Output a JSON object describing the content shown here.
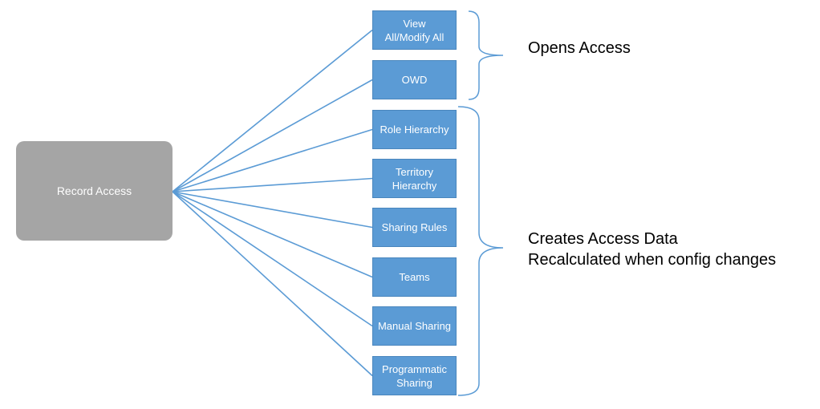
{
  "root": {
    "label": "Record Access"
  },
  "nodes": [
    {
      "id": "view-all-modify-all",
      "lines": [
        "View",
        "All/Modify All"
      ]
    },
    {
      "id": "owd",
      "lines": [
        "OWD"
      ]
    },
    {
      "id": "role-hierarchy",
      "lines": [
        "Role Hierarchy"
      ]
    },
    {
      "id": "territory-hierarchy",
      "lines": [
        "Territory",
        "Hierarchy"
      ]
    },
    {
      "id": "sharing-rules",
      "lines": [
        "Sharing Rules"
      ]
    },
    {
      "id": "teams",
      "lines": [
        "Teams"
      ]
    },
    {
      "id": "manual-sharing",
      "lines": [
        "Manual Sharing"
      ]
    },
    {
      "id": "programmatic-sharing",
      "lines": [
        "Programmatic",
        "Sharing"
      ]
    }
  ],
  "groups": {
    "opens_access": {
      "label": "Opens Access"
    },
    "creates_access_data": {
      "line1": "Creates Access Data",
      "line2": "Recalculated when config changes"
    }
  },
  "colors": {
    "root_fill": "#a5a5a5",
    "node_fill": "#5b9bd5",
    "connector": "#5b9bd5"
  }
}
